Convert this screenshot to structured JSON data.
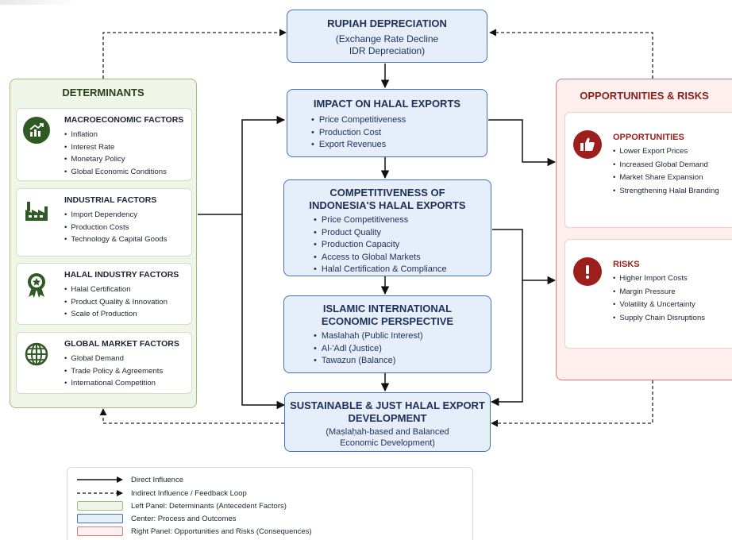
{
  "rupiah": {
    "title": "RUPIAH DEPRECIATION",
    "line1": "(Exchange Rate Decline",
    "line2": "IDR Depreciation)"
  },
  "impact": {
    "title": "IMPACT ON HALAL EXPORTS",
    "items": [
      "Price Competitiveness",
      "Production Cost",
      "Export Revenues"
    ]
  },
  "competitiveness": {
    "title_line1": "COMPETITIVENESS OF",
    "title_line2": "INDONESIA'S HALAL EXPORTS",
    "items": [
      "Price Competitiveness",
      "Product Quality",
      "Production Capacity",
      "Access to Global Markets",
      "Halal Certification & Compliance"
    ]
  },
  "islamic": {
    "title_line1": "ISLAMIC INTERNATIONAL",
    "title_line2": "ECONOMIC PERSPECTIVE",
    "items": [
      "Maslahah (Public Interest)",
      "Al-'Adl (Justice)",
      "Tawazun (Balance)"
    ]
  },
  "sustainable": {
    "title_line1": "SUSTAINABLE & JUST HALAL EXPORT",
    "title_line2": "DEVELOPMENT",
    "line1": "(Maṣlaḥah-based and Balanced",
    "line2": "Economic Development)"
  },
  "determinants": {
    "title": "DETERMINANTS",
    "factors": [
      {
        "title": "MACROECONOMIC FACTORS",
        "icon": "growth-chart-icon",
        "items": [
          "Inflation",
          "Interest Rate",
          "Monetary Policy",
          "Global Economic Conditions"
        ]
      },
      {
        "title": "INDUSTRIAL FACTORS",
        "icon": "factory-icon",
        "items": [
          "Import Dependency",
          "Production Costs",
          "Technology & Capital Goods"
        ]
      },
      {
        "title": "HALAL INDUSTRY FACTORS",
        "icon": "badge-ribbon-icon",
        "items": [
          "Halal Certification",
          "Product Quality & Innovation",
          "Scale of Production"
        ]
      },
      {
        "title": "GLOBAL MARKET FACTORS",
        "icon": "globe-icon",
        "items": [
          "Global Demand",
          "Trade Policy & Agreements",
          "International Competition"
        ]
      }
    ]
  },
  "opportunities_risks": {
    "title": "OPPORTUNITIES & RISKS",
    "opportunities": {
      "title": "OPPORTUNITIES",
      "icon": "thumbs-up-icon",
      "items": [
        "Lower Export Prices",
        "Increased Global Demand",
        "Market Share Expansion",
        "Strengthening Halal Branding"
      ]
    },
    "risks": {
      "title": "RISKS",
      "icon": "exclamation-icon",
      "items": [
        "Higher Import Costs",
        "Margin Pressure",
        "Volatility & Uncertainty",
        "Supply Chain Disruptions"
      ]
    }
  },
  "legend": {
    "direct": "Direct Influence",
    "indirect": "Indirect Influence / Feedback Loop",
    "left": "Left Panel: Determinants (Antecedent Factors)",
    "center": "Center: Process and Outcomes",
    "right": "Right Panel: Opportunities and Risks (Consequences)"
  },
  "colors": {
    "center_fill": "#e5eef9",
    "center_border": "#3f74b6",
    "left_fill": "#eff5e7",
    "left_border": "#9dbd7c",
    "left_icon": "#2f5a24",
    "right_fill": "#fcefee",
    "right_border": "#d77a77",
    "right_accent": "#9c1f1c"
  }
}
